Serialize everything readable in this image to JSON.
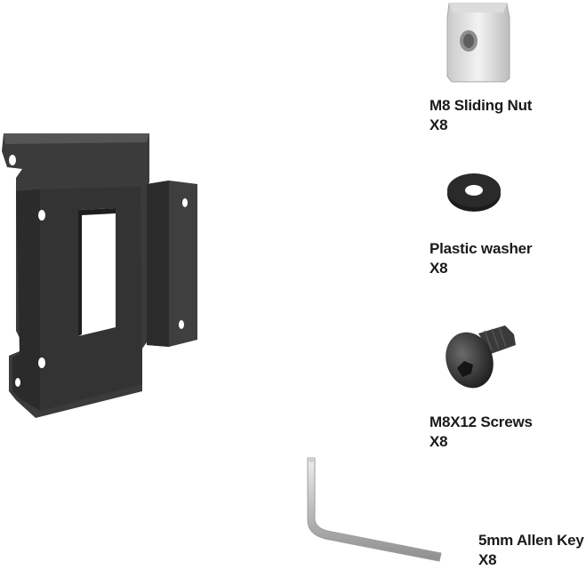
{
  "items": [
    {
      "name": "M8 Sliding Nut",
      "qty": "X8",
      "icon": "sliding-nut"
    },
    {
      "name": "Plastic washer",
      "qty": "X8",
      "icon": "washer"
    },
    {
      "name": "M8X12 Screws",
      "qty": "X8",
      "icon": "screw"
    },
    {
      "name": "5mm Allen Key",
      "qty": "X8",
      "icon": "allen-key"
    }
  ],
  "bracket": {
    "icon": "mounting-bracket",
    "color": "#3a3a3a"
  },
  "colors": {
    "background": "#ffffff",
    "label": "#1a1a1a",
    "metal_dark": "#2e2e2e",
    "metal_light": "#d8d8d8"
  }
}
